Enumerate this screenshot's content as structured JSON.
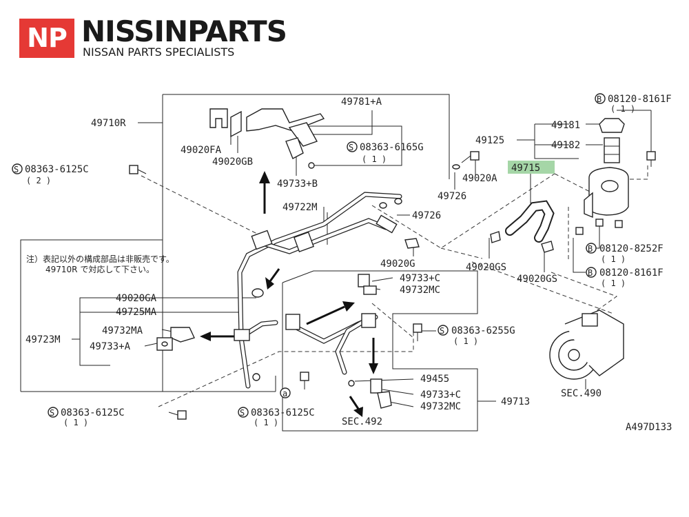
{
  "brand": {
    "logo_text": "NP",
    "name": "NISSINPARTS",
    "tagline": "NISSAN PARTS SPECIALISTS"
  },
  "colors": {
    "logo_red": "#e53935",
    "highlight_green": "#a5d6a7"
  },
  "diagram": {
    "id": "A497D133",
    "highlighted_part": "49715",
    "note_line1": "注）表記以外の構成部品は非販売です。",
    "note_line2": "49710R で対応して下さい。",
    "labels": {
      "p49710R": "49710R",
      "p49781A": "49781+A",
      "p49020FA": "49020FA",
      "p49020GB": "49020GB",
      "p08363_6165G": "08363-6165G",
      "p08363_6165G_qty": "( 1 )",
      "p49733B": "49733+B",
      "p08363_6125C_a": "08363-6125C",
      "p08363_6125C_a_qty": "( 2 )",
      "p49722M": "49722M",
      "p49726_a": "49726",
      "p49726_b": "49726",
      "p49020A": "49020A",
      "p49125": "49125",
      "p49181": "49181",
      "p49182": "49182",
      "p08120_8161F_a": "08120-8161F",
      "p08120_8161F_a_qty": "( 1 )",
      "p49715": "49715",
      "p49020G": "49020G",
      "p49020GS_a": "49020GS",
      "p49020GS_b": "49020GS",
      "p08120_8252F": "08120-8252F",
      "p08120_8252F_qty": "( 1 )",
      "p08120_8161F_b": "08120-8161F",
      "p08120_8161F_b_qty": "( 1 )",
      "p49020GA": "49020GA",
      "p49725MA": "49725MA",
      "p49732MA": "49732MA",
      "p49733A": "49733+A",
      "p49723M": "49723M",
      "p49733C_a": "49733+C",
      "p49732MC_a": "49732MC",
      "p08363_6255G": "08363-6255G",
      "p08363_6255G_qty": "( 1 )",
      "p49455": "49455",
      "p49733C_b": "49733+C",
      "p49732MC_b": "49732MC",
      "p49713": "49713",
      "sec490": "SEC.490",
      "sec492": "SEC.492",
      "p08363_6125C_b": "08363-6125C",
      "p08363_6125C_b_qty": "( 1 )",
      "p08363_6125C_c": "08363-6125C",
      "p08363_6125C_c_qty": "( 1 )",
      "ref_a": "a"
    },
    "symbols": {
      "s": "S",
      "b": "B"
    }
  }
}
